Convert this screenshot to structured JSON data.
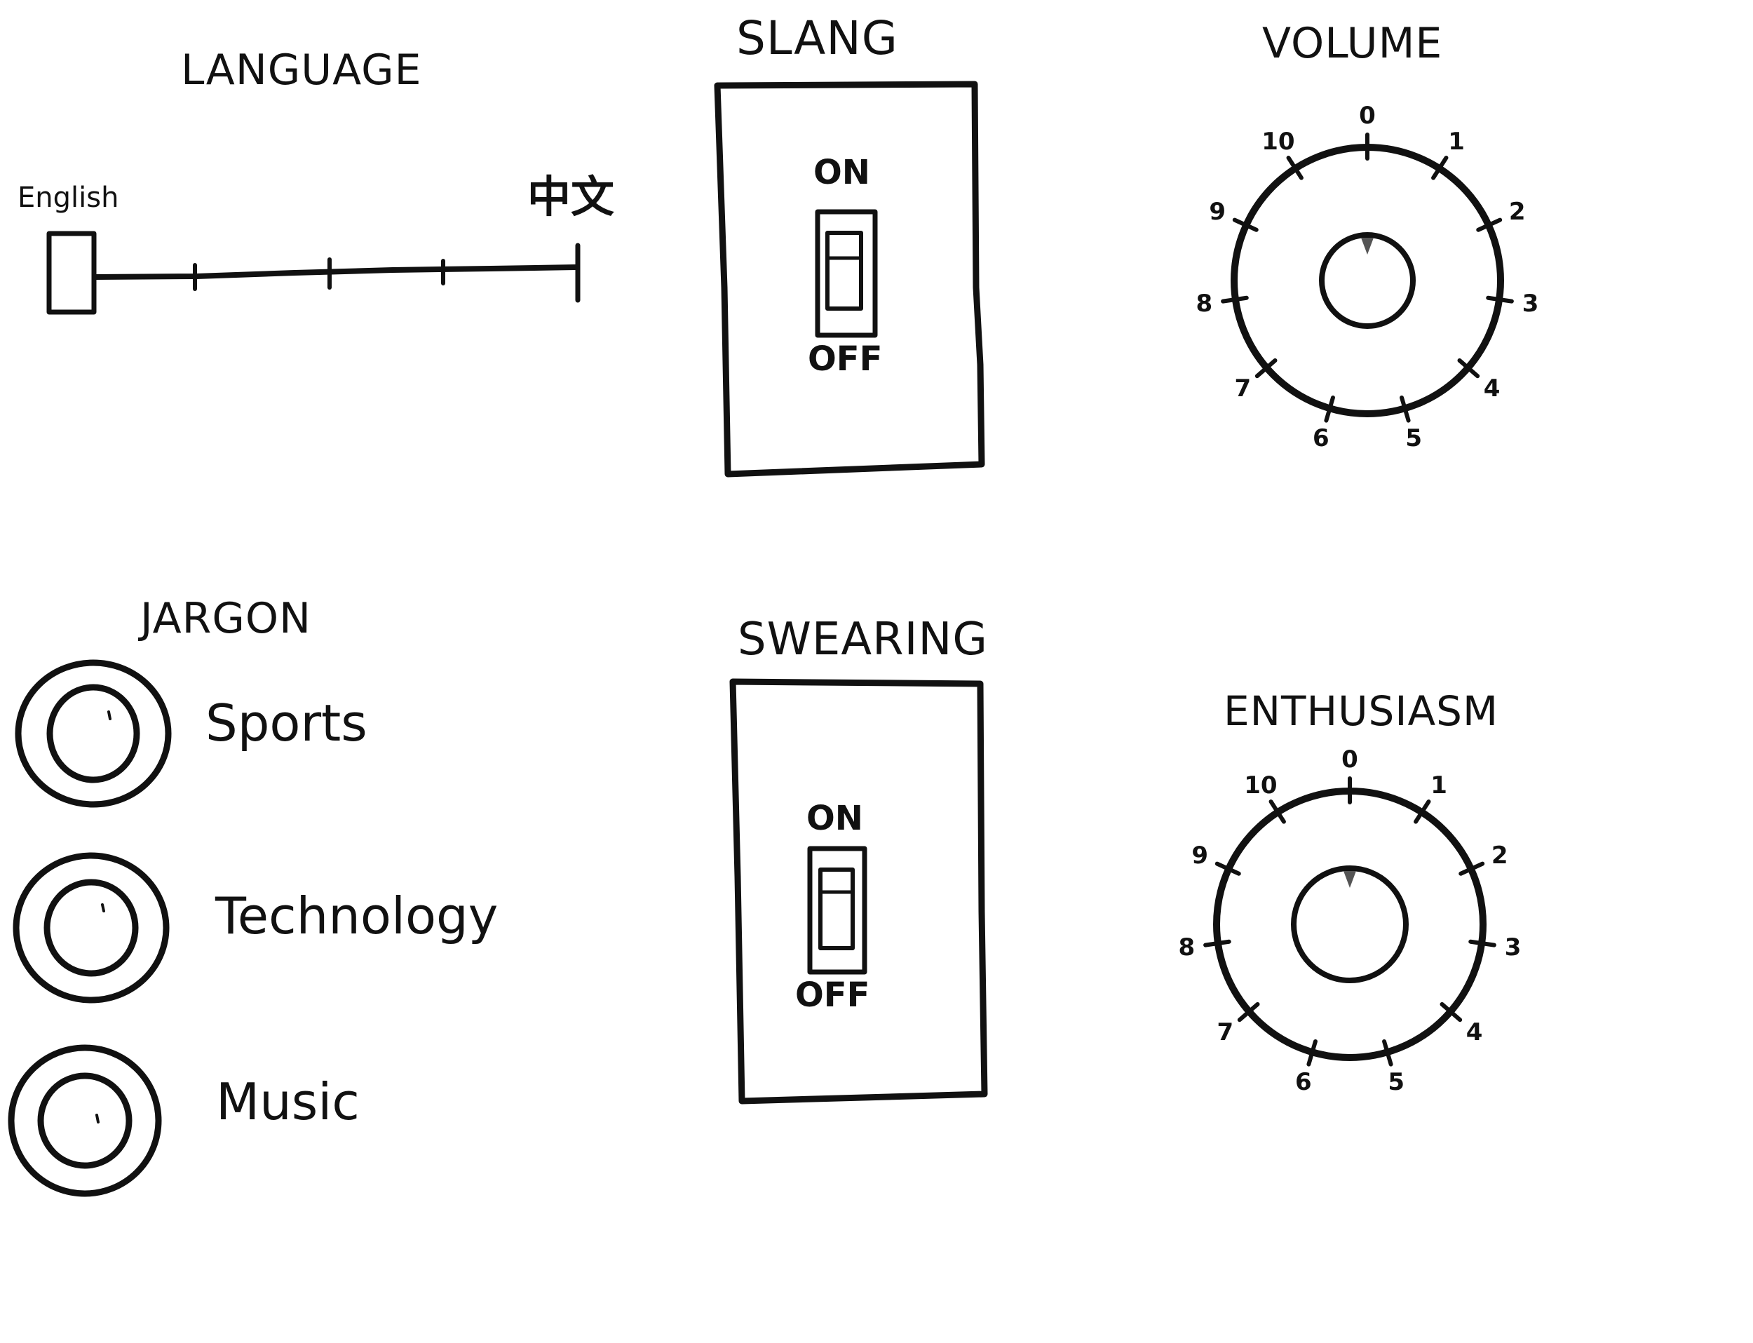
{
  "language": {
    "title": "LANGUAGE",
    "left_label": "English",
    "right_label": "中文",
    "value": 0,
    "steps": 4
  },
  "slang": {
    "title": "SLANG",
    "on_label": "ON",
    "off_label": "OFF",
    "state": "ON"
  },
  "volume": {
    "title": "VOLUME",
    "ticks": [
      "0",
      "1",
      "2",
      "3",
      "4",
      "5",
      "6",
      "7",
      "8",
      "9",
      "10"
    ],
    "value": 0
  },
  "jargon": {
    "title": "JARGON",
    "options": [
      {
        "label": "Sports"
      },
      {
        "label": "Technology"
      },
      {
        "label": "Music"
      }
    ]
  },
  "swearing": {
    "title": "SWEARING",
    "on_label": "ON",
    "off_label": "OFF",
    "state": "ON"
  },
  "enthusiasm": {
    "title": "ENTHUSIASM",
    "ticks": [
      "0",
      "1",
      "2",
      "3",
      "4",
      "5",
      "6",
      "7",
      "8",
      "9",
      "10"
    ],
    "value": 0
  },
  "colors": {
    "ink": "#111111",
    "pointer": "#555555",
    "paper": "#ffffff"
  }
}
